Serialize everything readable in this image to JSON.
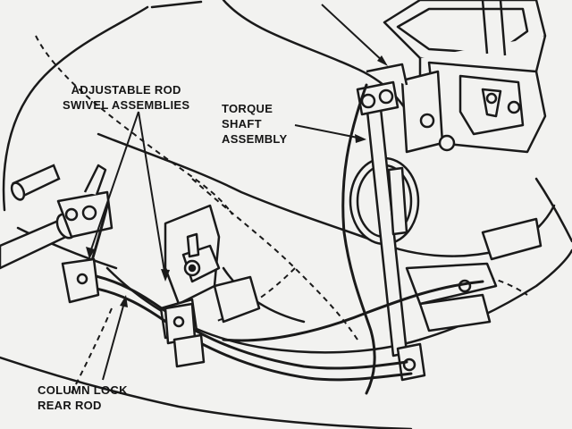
{
  "labels": {
    "swivel": {
      "line1": "ADJUSTABLE ROD",
      "line2": "SWIVEL ASSEMBLIES"
    },
    "torque": {
      "line1": "TORQUE",
      "line2": "SHAFT",
      "line3": "ASSEMBLY"
    },
    "column": {
      "line1": "COLUMN LOCK",
      "line2": "REAR ROD"
    }
  },
  "style": {
    "ink": "#1a1a1a",
    "paper": "#f2f2f0"
  }
}
